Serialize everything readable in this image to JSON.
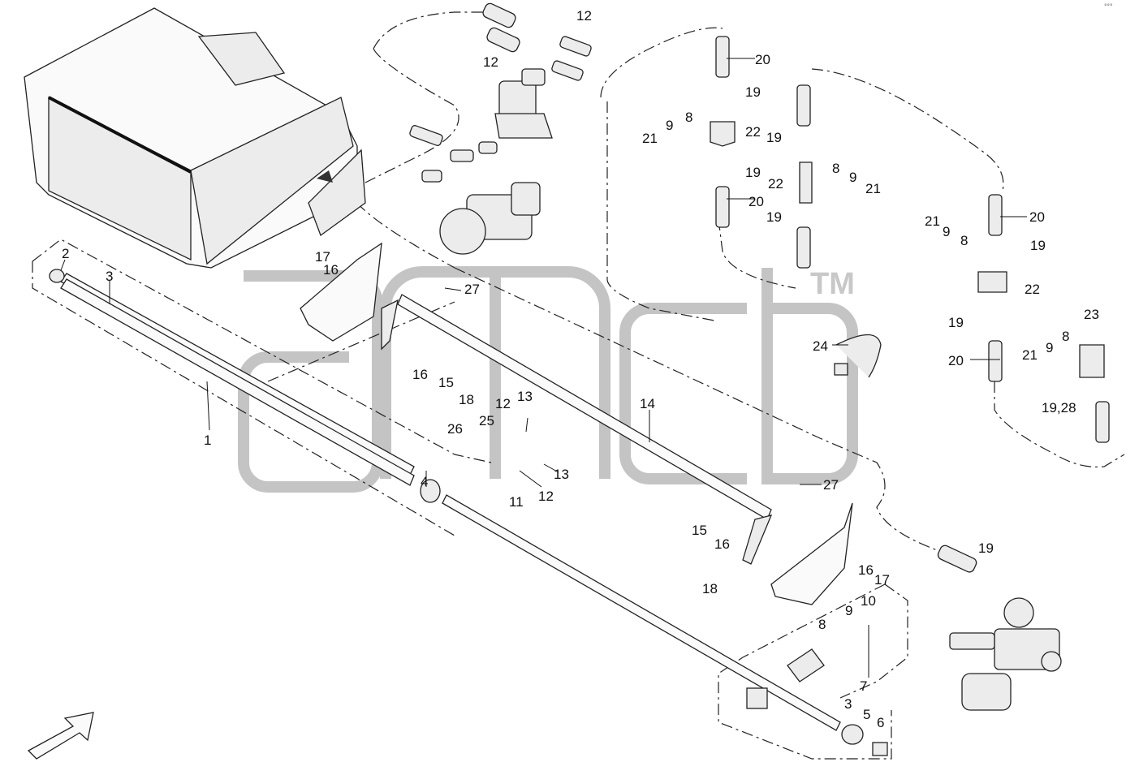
{
  "corner_text": "°°°",
  "watermark": {
    "trademark": "TM"
  },
  "labels": {
    "l1": "1",
    "l2": "2",
    "l3a": "3",
    "l3b": "3",
    "l4": "4",
    "l5": "5",
    "l6": "6",
    "l7": "7",
    "l8a": "8",
    "l8b": "8",
    "l8c": "8",
    "l8d": "8",
    "l8e": "8",
    "l9a": "9",
    "l9b": "9",
    "l9c": "9",
    "l9d": "9",
    "l9e": "9",
    "l10": "10",
    "l11": "11",
    "l12a": "12",
    "l12b": "12",
    "l12c": "12",
    "l12d": "12",
    "l13a": "13",
    "l13b": "13",
    "l14": "14",
    "l15a": "15",
    "l15b": "15",
    "l16a": "16",
    "l16b": "16",
    "l16c": "16",
    "l16d": "16",
    "l17a": "17",
    "l17b": "17",
    "l18a": "18",
    "l18b": "18",
    "l19a": "19",
    "l19b": "19",
    "l19c": "19",
    "l19d": "19",
    "l19e": "19",
    "l19f": "19",
    "l19g": "19",
    "l19_28": "19,28",
    "l20a": "20",
    "l20b": "20",
    "l20c": "20",
    "l20d": "20",
    "l21a": "21",
    "l21b": "21",
    "l21c": "21",
    "l21d": "21",
    "l22a": "22",
    "l22b": "22",
    "l22c": "22",
    "l23": "23",
    "l24": "24",
    "l25": "25",
    "l26": "26",
    "l27a": "27",
    "l27b": "27"
  }
}
